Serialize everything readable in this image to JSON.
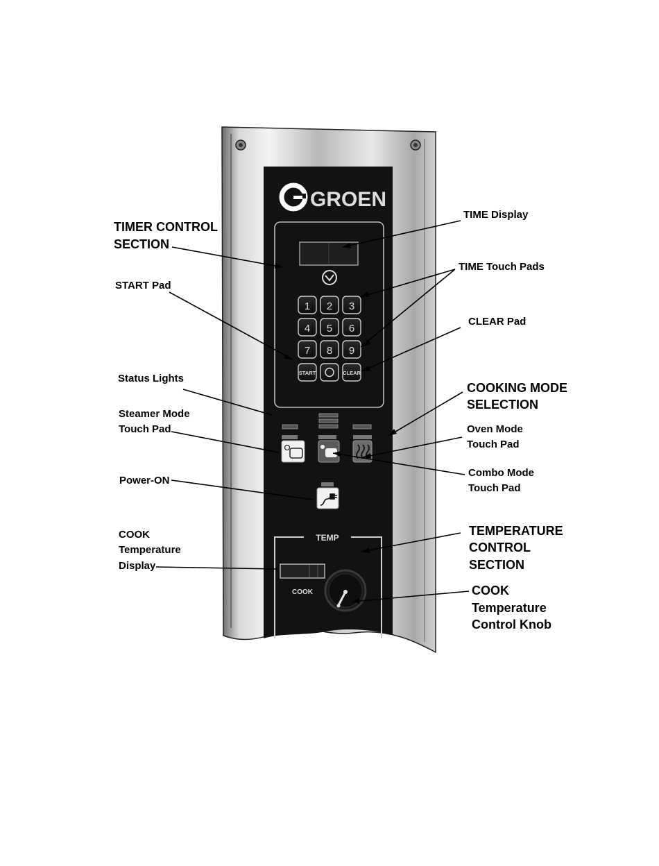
{
  "brand": {
    "logo_text": "GROEN"
  },
  "keypad": {
    "keys": [
      "1",
      "2",
      "3",
      "4",
      "5",
      "6",
      "7",
      "8",
      "9"
    ],
    "start_label": "START",
    "clear_label": "CLEAR"
  },
  "panel": {
    "temp_section_label": "TEMP",
    "cook_label": "COOK"
  },
  "annotations": {
    "timer_control_1": "TIMER CONTROL",
    "timer_control_2": "SECTION",
    "start_pad": "START Pad",
    "status_lights": "Status Lights",
    "steamer_mode_1": "Steamer Mode",
    "steamer_mode_2": "Touch Pad",
    "power_on": "Power-ON",
    "cook_temp_display_1": "COOK",
    "cook_temp_display_2": "Temperature",
    "cook_temp_display_3": "Display",
    "time_display": "TIME Display",
    "time_touch_pads": "TIME Touch Pads",
    "clear_pad": "CLEAR Pad",
    "cooking_mode_1": "COOKING MODE",
    "cooking_mode_2": "SELECTION",
    "oven_mode_1": "Oven Mode",
    "oven_mode_2": "Touch Pad",
    "combo_mode_1": "Combo Mode",
    "combo_mode_2": "Touch Pad",
    "temp_control_1": "TEMPERATURE",
    "temp_control_2": "CONTROL",
    "temp_control_3": "SECTION",
    "cook_knob_1": "COOK",
    "cook_knob_2": "Temperature",
    "cook_knob_3": "Control Knob"
  }
}
